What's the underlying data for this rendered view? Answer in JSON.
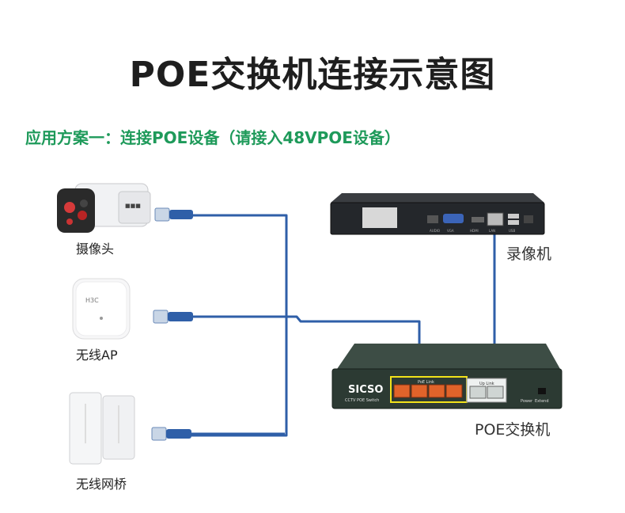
{
  "title": "POE交换机连接示意图",
  "subtitle": "应用方案一：连接POE设备（请接入48VPOE设备）",
  "devices": {
    "camera": {
      "label": "摄像头"
    },
    "ap": {
      "label": "无线AP",
      "brand": "H3C"
    },
    "bridge": {
      "label": "无线网桥"
    },
    "nvr": {
      "label": "录像机",
      "ports": [
        "AUDIO",
        "VGA",
        "HDMI",
        "LAN",
        "USB"
      ]
    },
    "switch": {
      "label": "POE交换机",
      "brand": "SICSO",
      "model_text": "CCTV POE Switch",
      "poe_group_label": "PoE Link",
      "uplink_group_label": "Up Link",
      "power_label": "Power",
      "extend_label": "Extend"
    }
  },
  "colors": {
    "cable": "#2f5fa8",
    "title": "#1e1e1e",
    "subtitle": "#1e9a5a",
    "switch_body": "#2c3a33",
    "poe_port": "#e0632a",
    "highlight_box": "#f2e21a"
  }
}
